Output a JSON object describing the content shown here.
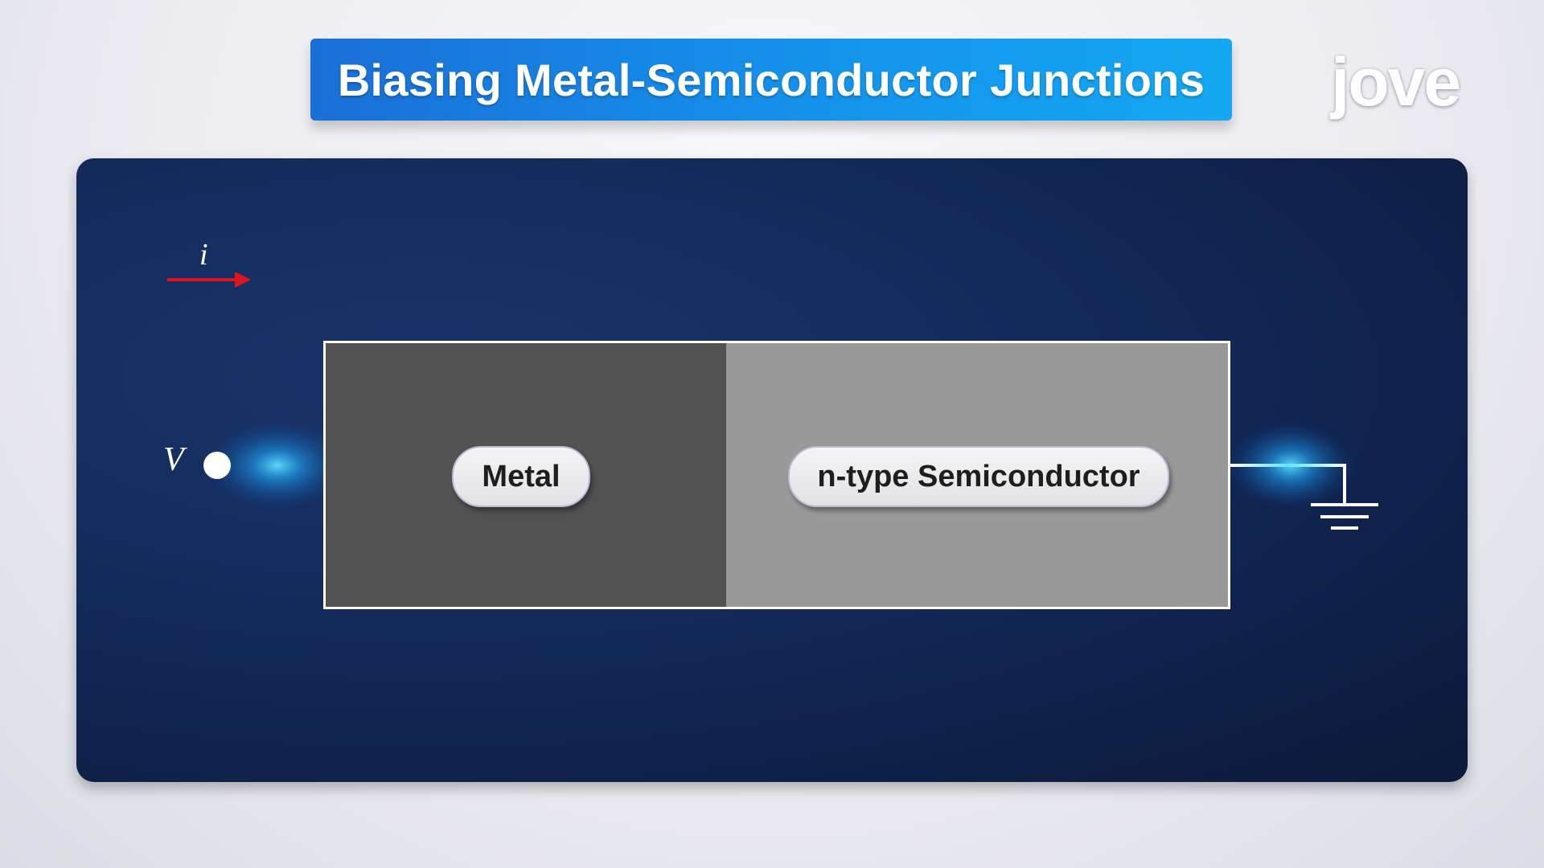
{
  "title": "Biasing Metal-Semiconductor Junctions",
  "logo_text": "jove",
  "diagram": {
    "current_label": "i",
    "voltage_label": "V",
    "metal_label": "Metal",
    "semiconductor_label": "n-type Semiconductor"
  },
  "colors": {
    "title_banner": "#1590ea",
    "panel_background": "#13295a",
    "metal": "#525252",
    "semiconductor": "#999999",
    "current_arrow": "#e0141e",
    "wire_glow": "#3fd0ff"
  }
}
